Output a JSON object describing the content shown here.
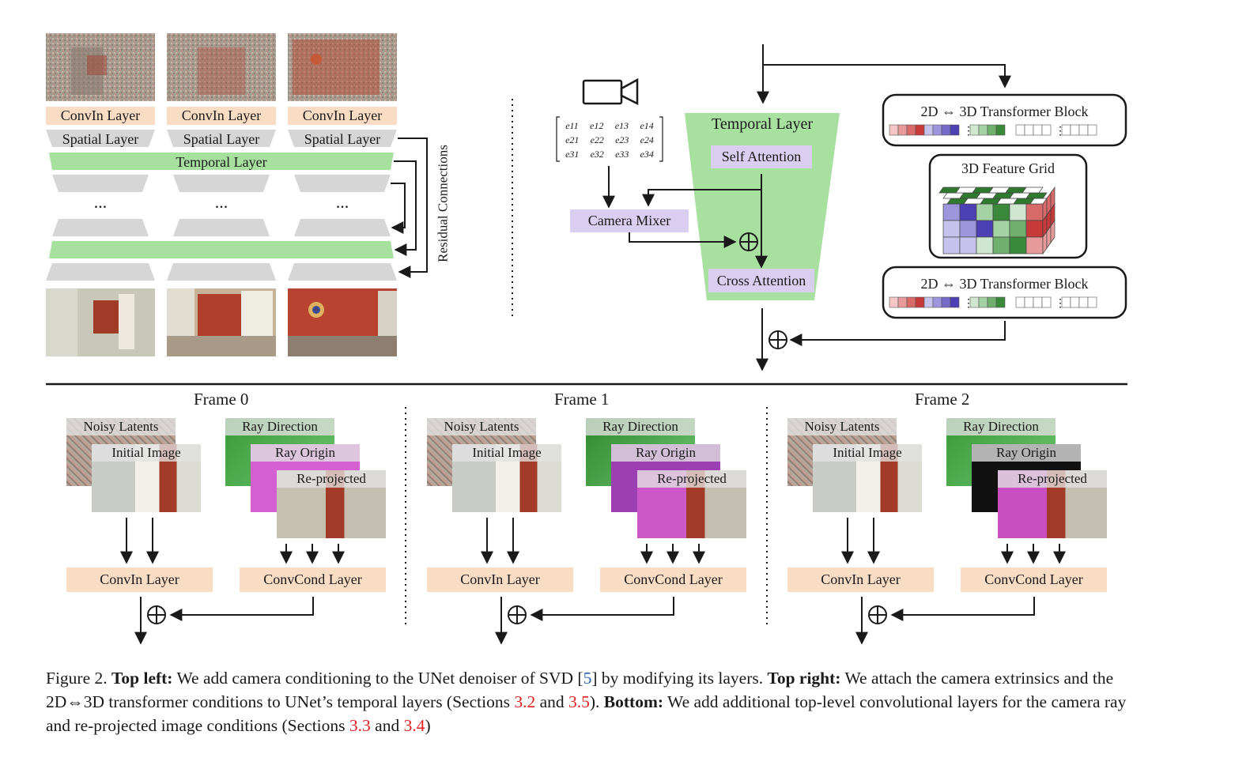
{
  "top_left": {
    "convin_label": "ConvIn Layer",
    "spatial_label": "Spatial Layer",
    "temporal_label": "Temporal Layer",
    "ellipsis": "...",
    "residual_label": "Residual Connections"
  },
  "top_right": {
    "temporal_layer": "Temporal Layer",
    "self_attention": "Self Attention",
    "cross_attention": "Cross Attention",
    "camera_mixer": "Camera Mixer",
    "transformer_block": "2D ⇔ 3D Transformer Block",
    "feature_grid": "3D Feature Grid",
    "matrix": [
      [
        "e11",
        "e12",
        "e13",
        "e14"
      ],
      [
        "e21",
        "e22",
        "e23",
        "e24"
      ],
      [
        "e31",
        "e32",
        "e33",
        "e34"
      ]
    ]
  },
  "bottom": {
    "frames": [
      {
        "title": "Frame 0"
      },
      {
        "title": "Frame 1"
      },
      {
        "title": "Frame 2"
      }
    ],
    "noisy_latents": "Noisy Latents",
    "initial_image": "Initial Image",
    "ray_direction": "Ray Direction",
    "ray_origin": "Ray Origin",
    "reprojected": "Re-projected",
    "convin": "ConvIn Layer",
    "convcond": "ConvCond Layer"
  },
  "caption": {
    "fig": "Figure 2.",
    "top_left_head": "Top left:",
    "top_left_text": " We add camera conditioning to the UNet denoiser of SVD [",
    "ref5": "5",
    "top_left_text2": "] by modifying its layers. ",
    "top_right_head": "Top right:",
    "top_right_text": " We attach the camera extrinsics and the 2D⇔3D transformer conditions to UNet’s temporal layers (Sections ",
    "ref32": "3.2",
    "and1": " and ",
    "ref35": "3.5",
    "close1": "). ",
    "bottom_head": "Bottom:",
    "bottom_text": " We add additional top-level convolutional layers for the camera ray and re-projected image conditions (Sections ",
    "ref33": "3.3",
    "and2": " and ",
    "ref34": "3.4",
    "close2": ")"
  },
  "colors": {
    "orange": "#f9dcc4",
    "green": "#a8e0a0",
    "gray": "#d6d6d6",
    "purple": "#d9cdf0",
    "red_ref": "#e0201c",
    "blue_ref": "#2a63b8"
  }
}
